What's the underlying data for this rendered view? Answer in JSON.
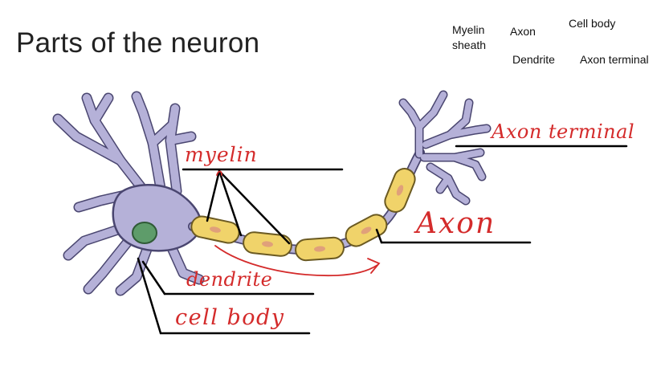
{
  "title": "Parts of the neuron",
  "word_bank": {
    "myelin_sheath": "Myelin sheath",
    "axon": "Axon",
    "cell_body": "Cell body",
    "dendrite": "Dendrite",
    "axon_terminal": "Axon terminal"
  },
  "handwritten_labels": {
    "myelin": "myelin",
    "axon_terminal": "Axon terminal",
    "axon": "Axon",
    "dendrite": "dendrite",
    "cell_body": "cell body"
  },
  "colors": {
    "neuron_fill": "#b5b1d8",
    "neuron_stroke": "#4a4670",
    "nucleus": "#5e9c6a",
    "myelin_fill": "#f0d36a",
    "myelin_stroke": "#6b5a22",
    "node_fill": "#e0a07a",
    "handwriting": "#d42b2b",
    "leader_line": "#000000"
  }
}
